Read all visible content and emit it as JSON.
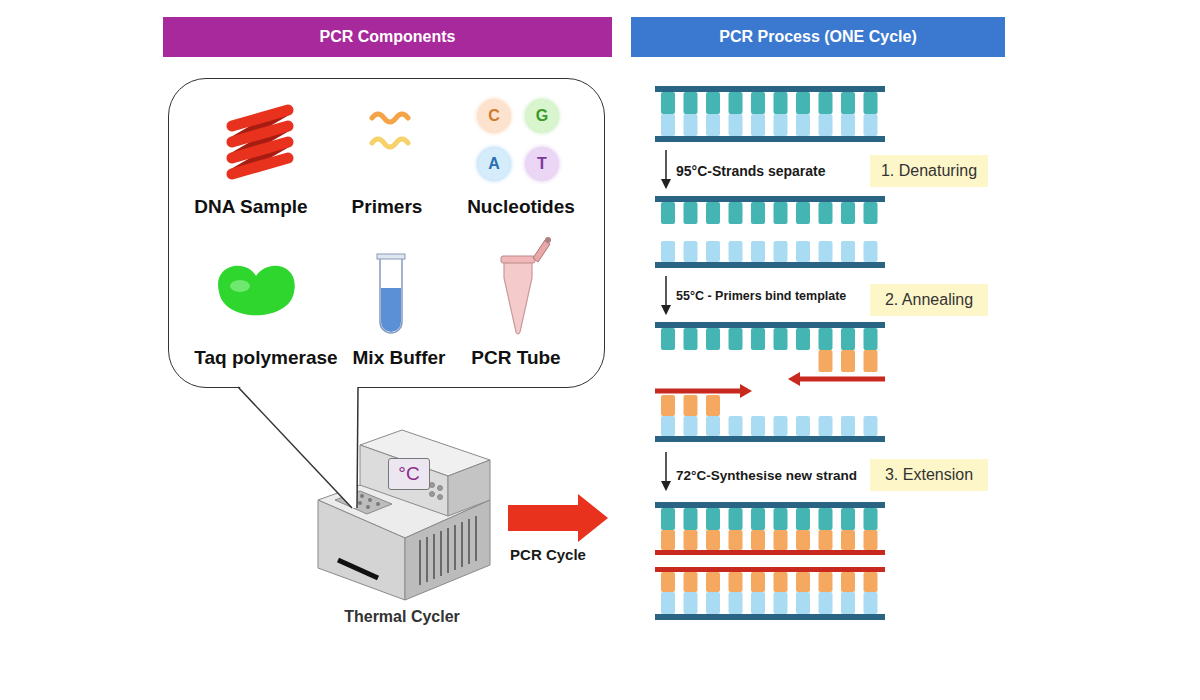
{
  "diagram": {
    "nodes": [
      {
        "text": [
          "PCR Components"
        ]
      },
      {
        "text": [
          "PCR Process (ONE Cycle)"
        ]
      },
      {
        "text": [
          "DNA Sample",
          "Primers",
          "Nucleotides",
          "Taq polymerase",
          "Mix Buffer",
          "PCR Tube"
        ]
      },
      {
        "text": [
          "C"
        ],
        "in": 2
      },
      {
        "text": [
          "G"
        ],
        "in": 2
      },
      {
        "text": [
          "A"
        ],
        "in": 2
      },
      {
        "text": [
          "T"
        ],
        "in": 2
      },
      {
        "text": [
          "°C"
        ]
      },
      {
        "text": [
          "1. Denaturing"
        ]
      },
      {
        "text": [
          "2. Annealing"
        ]
      },
      {
        "text": [
          "3. Extension"
        ]
      }
    ],
    "labels": [
      "95°C-Strands separate",
      "55°C - Primers bind template",
      "72°C-Synthesise new strand",
      "Thermal Cycler",
      "PCR Cycle"
    ]
  }
}
